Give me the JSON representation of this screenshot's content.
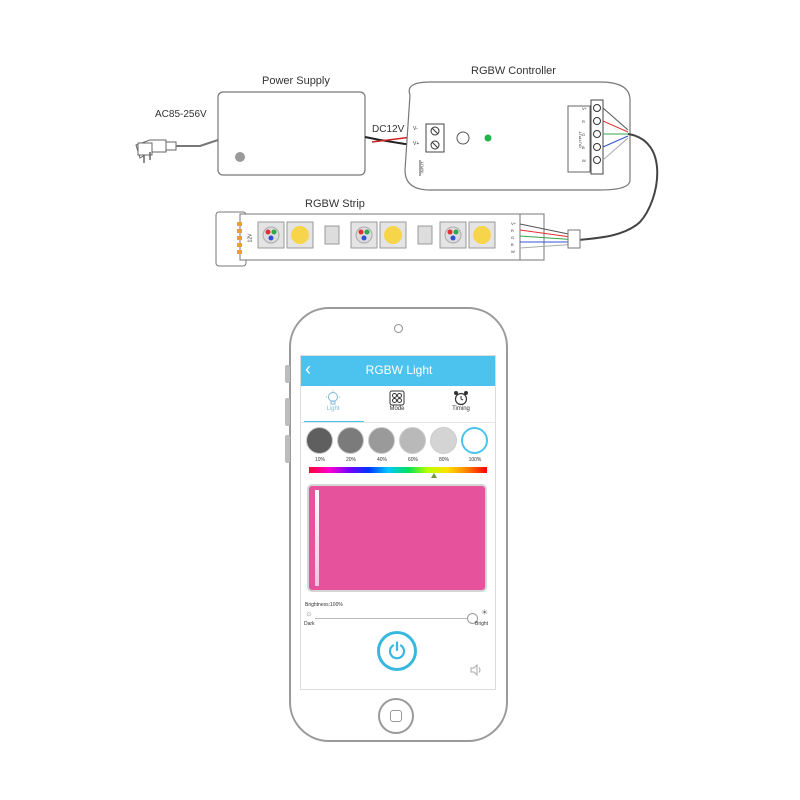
{
  "diagram": {
    "power_supply_label": "Power Supply",
    "controller_label": "RGBW Controller",
    "strip_label": "RGBW Strip",
    "ac_label": "AC85-256V",
    "dc_label": "DC12V",
    "terminal_v_minus": "V-",
    "terminal_v_plus": "V+",
    "input_label": "INPUT",
    "output_label": "OUTPUT",
    "strip_voltage": "12V",
    "controller_pins": [
      "V+",
      "R",
      "G",
      "B",
      "W"
    ],
    "strip_pins": [
      "V+",
      "R",
      "G",
      "B",
      "W"
    ],
    "wire_colors": [
      "#e6e6e6",
      "#e03030",
      "#30a84a",
      "#3050d0",
      "#dddddd"
    ]
  },
  "app": {
    "title": "RGBW Light",
    "back_icon": "chevron-left-icon",
    "tabs": [
      {
        "label": "Light",
        "icon": "bulb-icon",
        "active": true
      },
      {
        "label": "Mode",
        "icon": "mode-grid-icon",
        "active": false
      },
      {
        "label": "Timing",
        "icon": "alarm-clock-icon",
        "active": false
      }
    ],
    "swatches": [
      {
        "label": "10%",
        "color": "#5f5f5f"
      },
      {
        "label": "20%",
        "color": "#7b7b7b"
      },
      {
        "label": "40%",
        "color": "#9a9a9a"
      },
      {
        "label": "60%",
        "color": "#b9b9b9"
      },
      {
        "label": "80%",
        "color": "#d4d4d4"
      },
      {
        "label": "100%",
        "color": "#ffffff"
      }
    ],
    "spectrum_position": 0.7,
    "selected_color": "#e6529c",
    "brightness_label": "Brightness:100%",
    "brightness_value": 1.0,
    "dark_label": "Dark",
    "bright_label": "Bright",
    "power_icon": "power-icon",
    "sound_icon": "speaker-icon",
    "accent_color": "#4cc3ee"
  }
}
